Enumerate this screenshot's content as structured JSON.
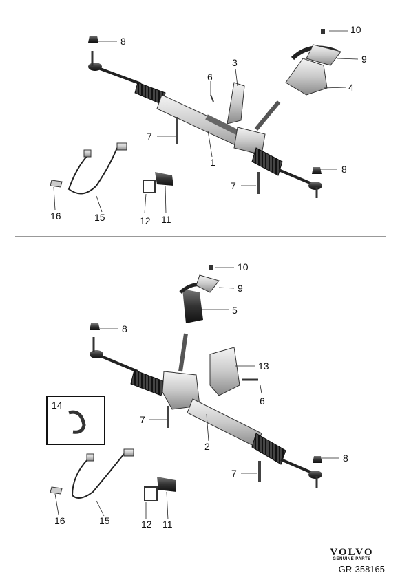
{
  "diagram": {
    "callouts_top": {
      "c1": "1",
      "c3": "3",
      "c4": "4",
      "c6": "6",
      "c7a": "7",
      "c7b": "7",
      "c8a": "8",
      "c8b": "8",
      "c9": "9",
      "c10": "10",
      "c11": "11",
      "c12": "12",
      "c15": "15",
      "c16": "16"
    },
    "callouts_bottom": {
      "c2": "2",
      "c5": "5",
      "c6": "6",
      "c7a": "7",
      "c7b": "7",
      "c8a": "8",
      "c8b": "8",
      "c9": "9",
      "c10": "10",
      "c11": "11",
      "c12": "12",
      "c13": "13",
      "c14": "14",
      "c15": "15",
      "c16": "16"
    }
  },
  "brand": {
    "logo": "VOLVO",
    "subtitle": "GENUINE PARTS"
  },
  "reference": "GR-358165"
}
